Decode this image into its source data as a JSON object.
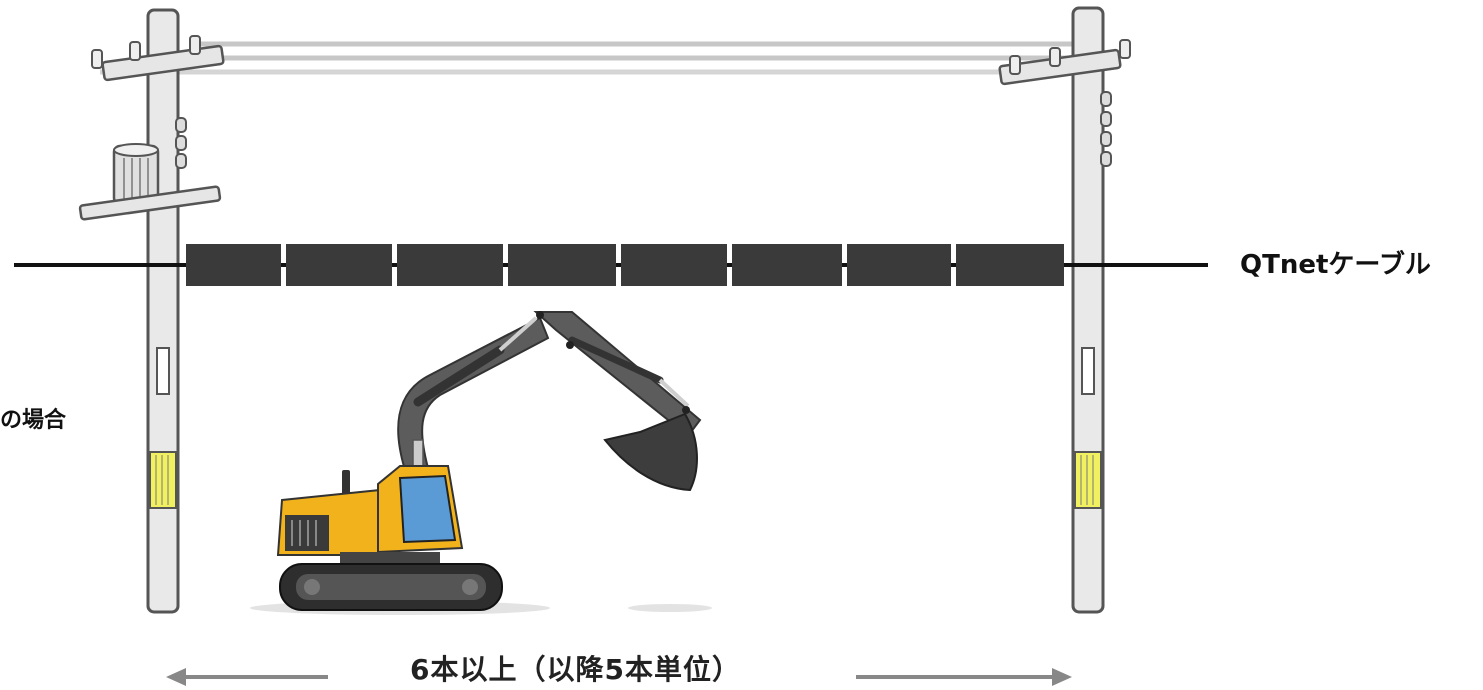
{
  "labels": {
    "cable": "QTnetケーブル",
    "left_partial": "の場合",
    "span": "6本以上（以降5本単位）"
  },
  "colors": {
    "pole_fill": "#e9e9e9",
    "pole_outline": "#555555",
    "cable_segment": "#3a3a3a",
    "excavator_body": "#f2b21c",
    "excavator_arm": "#5c5c5c",
    "cab_glass": "#5b9bd5",
    "pole_band": "#f0f060",
    "arrow": "#888888"
  }
}
